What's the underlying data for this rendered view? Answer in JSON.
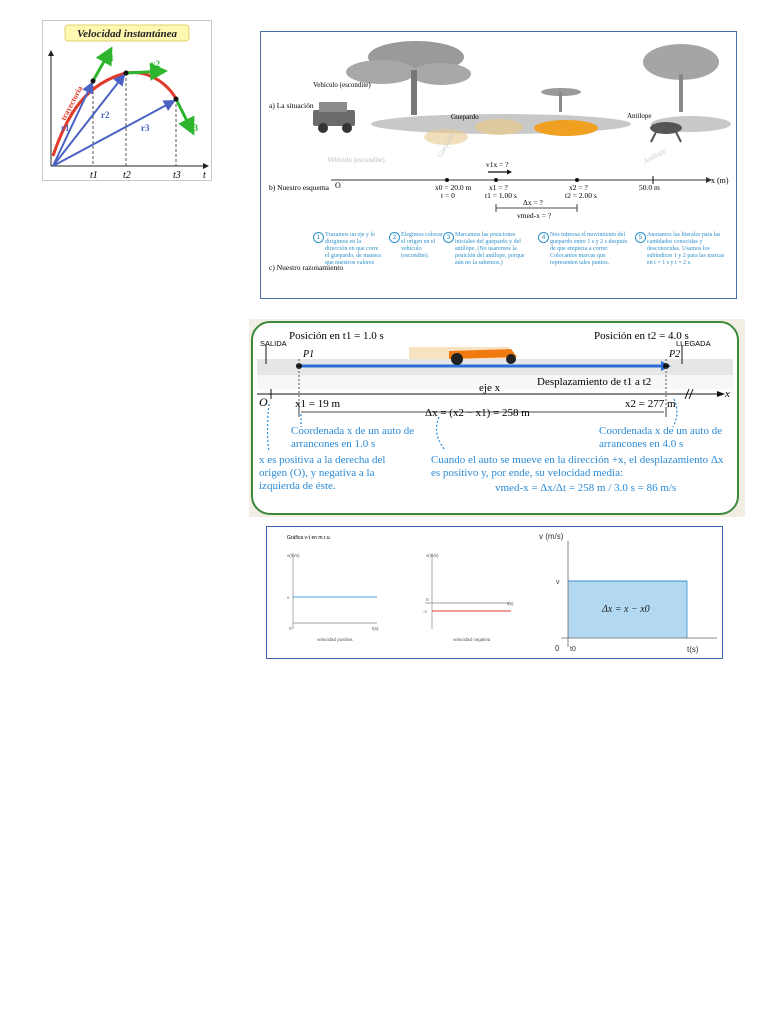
{
  "fig1": {
    "title": "Velocidad instantánea",
    "trajectory_label": "trayectoria",
    "position_vectors": [
      "r1",
      "r2",
      "r3"
    ],
    "velocity_vectors": [
      "v1",
      "v2",
      "v3"
    ],
    "time_ticks": [
      "t1",
      "t2",
      "t3"
    ],
    "time_axis": "t"
  },
  "fig2": {
    "row_labels": [
      "a) La situación",
      "b) Nuestro esquema",
      "c) Nuestro razonamiento"
    ],
    "vehicle_label": "Vehículo (escondite)",
    "cheetah_label": "Guepardo",
    "antelope_label": "Antílope",
    "axis_label": "x (m)",
    "zero_label": "O",
    "vehicle_ghost": "Vehículo (escondite)",
    "cheetah_ghost": "Guepardo",
    "antelope_ghost": "Antílope",
    "marks": [
      {
        "line1": "x0 = 20.0 m",
        "line2": "t = 0"
      },
      {
        "line1": "x1 = ?",
        "line2": "t1 = 1.00 s"
      },
      {
        "line1": "x2 = ?",
        "line2": "t2 = 2.00 s"
      },
      {
        "line1": "50.0 m",
        "line2": ""
      }
    ],
    "v_label": "v1x = ?",
    "delta_label": "Δx = ?",
    "vmed_label": "vmed-x = ?",
    "steps": [
      {
        "n": "1",
        "text": "Trazamos un eje y lo dirigimos en la dirección en que corre el guepardo, de manera que nuestros valores"
      },
      {
        "n": "2",
        "text": "Elegimos colocar el origen en el vehículo (escondite)."
      },
      {
        "n": "3",
        "text": "Marcamos las posiciones iniciales del guepardo y del antílope. (No usaremos la posición del antílope, porque aún no la sabemos.)"
      },
      {
        "n": "4",
        "text": "Nos interesa el movimiento del guepardo entre 1 s y 2 s después de que empieza a correr. Colocamos marcas que representen tales puntos."
      },
      {
        "n": "5",
        "text": "Anotamos las literales para las cantidades conocidas y desconocidas. Usamos los subíndices 1 y 2 para las marcas en t = 1 s y t = 2 s."
      }
    ]
  },
  "fig3": {
    "pos1": "Posición en t1 = 1.0 s",
    "pos2": "Posición en t2 = 4.0 s",
    "salida": "SALIDA",
    "llegada": "LLEGADA",
    "p1": "P1",
    "p2": "P2",
    "displacement": "Desplazamiento de t1 a t2",
    "axis": "eje x",
    "x_label": "x",
    "origin": "O",
    "x1": "x1 = 19 m",
    "x2": "x2 = 277 m",
    "dx": "Δx = (x2 − x1) = 258 m",
    "coord1": "Coordenada x de un auto de arrancones en 1.0 s",
    "coord2": "Coordenada x de un auto de arrancones en 4.0 s",
    "note_left": "x es positiva a la derecha del origen (O), y negativa a la izquierda de éste.",
    "note_right": "Cuando el auto se mueve en la dirección +x, el desplazamiento Δx es positivo y, por ende, su velocidad media:",
    "formula": "vmed-x = Δx/Δt = 258 m / 3.0 s = 86 m/s"
  },
  "fig4": {
    "small_title": "Gráfica v-t en m.r.u.",
    "g1_ylabel": "v(m/s)",
    "g1_xlabel": "t(s)",
    "g1_caption": "velocidad positiva",
    "g1_v": "v",
    "g1_origin": "0",
    "g2_ylabel": "v(m/s)",
    "g2_xlabel": "t(s)",
    "g2_caption": "velocidad negativa",
    "g2_v": "-v",
    "g2_origin": "0",
    "big_ylabel": "v (m/s)",
    "big_xlabel": "t(s)",
    "big_v": "v",
    "big_origin": "0",
    "big_t0": "t0",
    "area_label": "Δx = x − x0"
  }
}
